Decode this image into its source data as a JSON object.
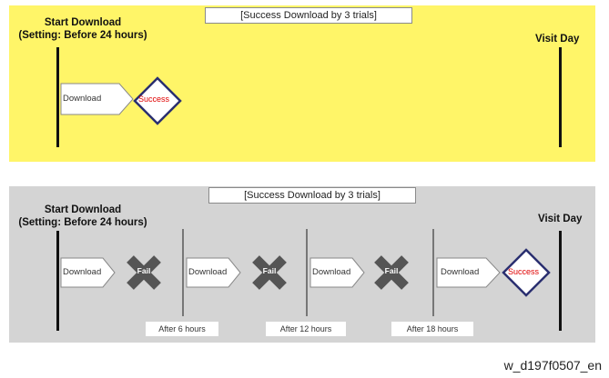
{
  "top": {
    "caption": "[Success Download by 3 trials]",
    "start_line1": "Start Download",
    "start_line2": "(Setting: Before 24 hours)",
    "visit": "Visit Day",
    "download": "Download",
    "success": "Success"
  },
  "bottom": {
    "caption": "[Success Download by 3 trials]",
    "start_line1": "Start Download",
    "start_line2": "(Setting: Before 24 hours)",
    "visit": "Visit Day",
    "download": "Download",
    "fail": "Fail",
    "success": "Success",
    "after": [
      "After 6 hours",
      "After 12 hours",
      "After 18 hours"
    ]
  },
  "footer_id": "w_d197f0507_en",
  "colors": {
    "top_bg": "#fff568",
    "bottom_bg": "#d4d4d4",
    "success_text": "#e00000",
    "diamond_stroke": "#2a2f70"
  }
}
